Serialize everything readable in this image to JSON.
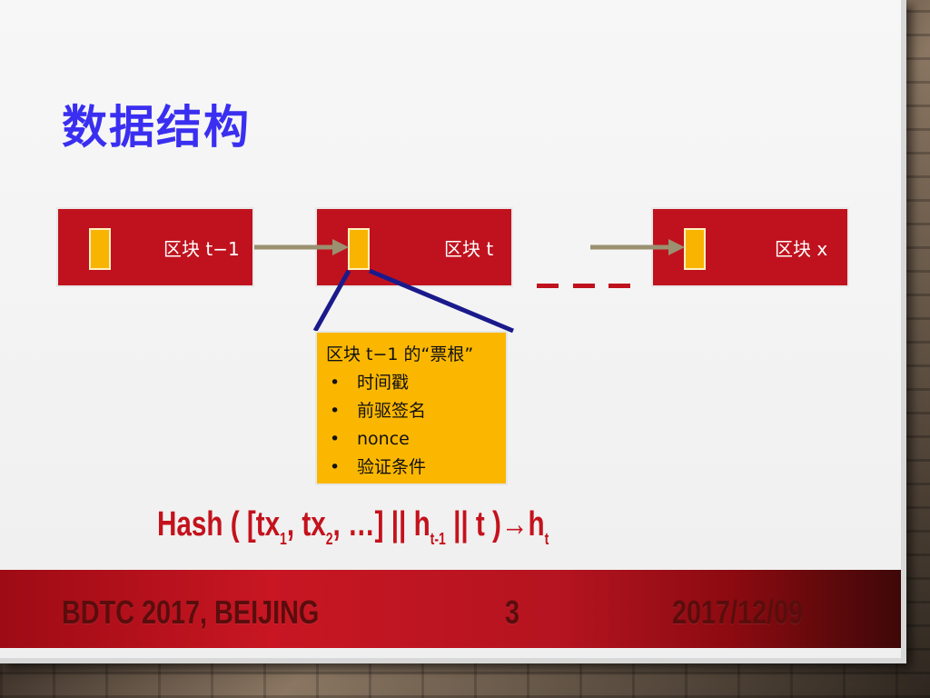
{
  "title": "数据结构",
  "blocks": [
    {
      "label": "区块 t−1"
    },
    {
      "label": "区块 t"
    },
    {
      "label": "区块 x"
    }
  ],
  "note": {
    "heading": "区块 t−1 的“票根”",
    "items": [
      "时间戳",
      "前驱签名",
      "nonce",
      "验证条件"
    ]
  },
  "formula": {
    "hash": "Hash",
    "open": " ( [",
    "tx": "tx",
    "sub1": "1",
    "comma1": ", ",
    "sub2": "2",
    "ellipsis": ", …] || ",
    "h": "h",
    "sub_t1": "t-1",
    "mid": " || t )",
    "arrow": "→",
    "sub_t": "t"
  },
  "footer": {
    "event": "BDTC 2017, BEIJING",
    "page": "3",
    "date": "2017/12/09"
  },
  "colors": {
    "title": "#3a2ff0",
    "block": "#c0121e",
    "marker": "#f8b400",
    "note": "#fbb700",
    "connector": "#1a1a8c",
    "arrow": "#9b9070"
  }
}
